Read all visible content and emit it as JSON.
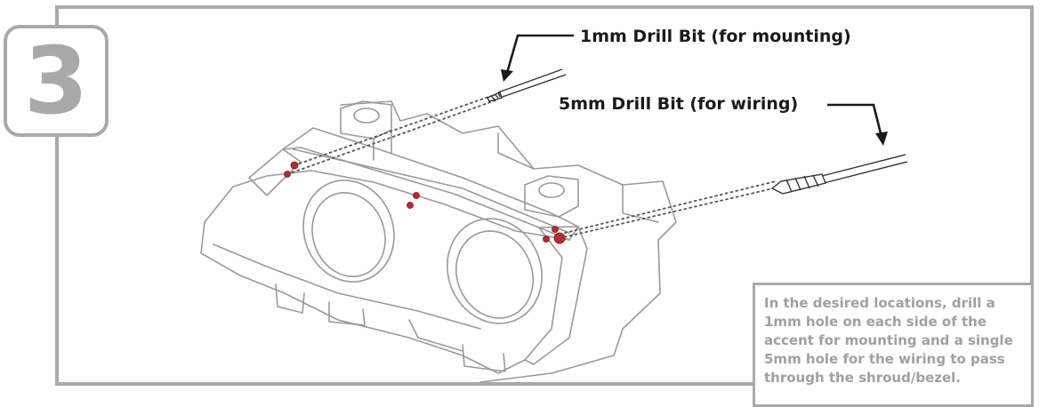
{
  "step": {
    "number": "3"
  },
  "labels": {
    "drill_1mm": "1mm Drill Bit (for mounting)",
    "drill_5mm": "5mm Drill Bit (for wiring)"
  },
  "note": {
    "text": "In the desired locations, drill a 1mm hole on each side of the accent for mounting and a single 5mm hole for the wiring to pass through the shroud/bezel."
  },
  "colors": {
    "frame": "#a9a9a9",
    "outline": "#9a9a9a",
    "hole": "#c0272d",
    "arrow": "#1a1a1a"
  }
}
